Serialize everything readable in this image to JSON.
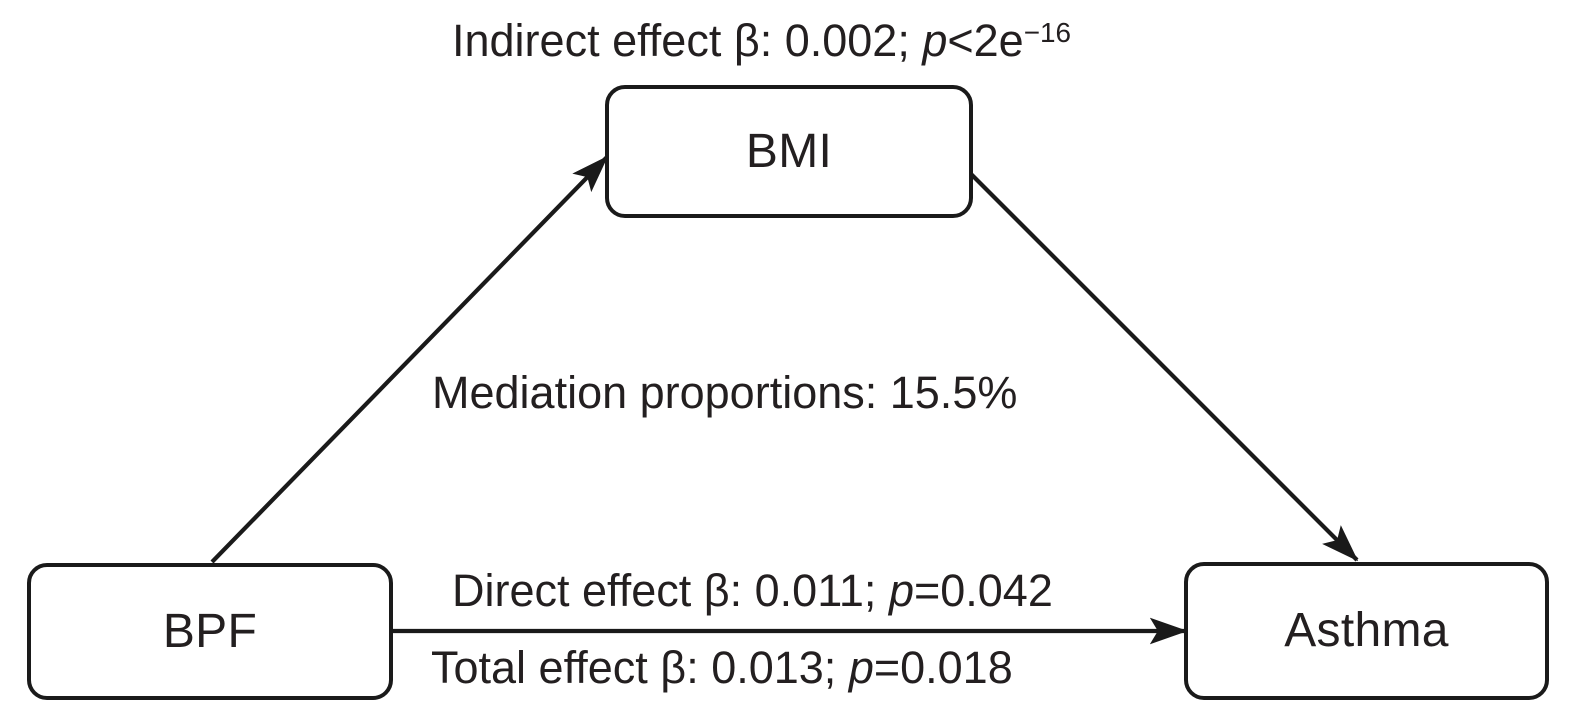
{
  "diagram": {
    "type": "mediation-path-diagram",
    "nodes": [
      {
        "id": "bpf",
        "label": "BPF",
        "role": "exposure"
      },
      {
        "id": "bmi",
        "label": "BMI",
        "role": "mediator"
      },
      {
        "id": "asthma",
        "label": "Asthma",
        "role": "outcome"
      }
    ],
    "edges": [
      {
        "id": "indirect",
        "from": "BPF",
        "to": "BMI",
        "label_prefix": "Indirect effect β: 0.002; ",
        "p_symbol": "p",
        "p_relation": "<",
        "p_mantissa": "2e",
        "p_exponent": "−16",
        "label_full": "Indirect effect β: 0.002; p<2e−16",
        "beta": 0.002
      },
      {
        "id": "mediation",
        "label_full": "Mediation proportions: 15.5%",
        "proportion_percent": 15.5
      },
      {
        "id": "direct",
        "from": "BPF",
        "to": "Asthma",
        "label_prefix": "Direct effect β: 0.011; ",
        "p_symbol": "p",
        "p_relation": "=0.042",
        "label_full": "Direct effect β: 0.011; p=0.042",
        "beta": 0.011,
        "p_value": 0.042
      },
      {
        "id": "total",
        "from": "BPF",
        "to": "Asthma",
        "label_prefix": "Total effect β: 0.013; ",
        "p_symbol": "p",
        "p_relation": "=0.018",
        "label_full": "Total effect β: 0.013; p=0.018",
        "beta": 0.013,
        "p_value": 0.018
      }
    ],
    "colors": {
      "stroke": "#1a1a1a",
      "text": "#231f20",
      "background": "#ffffff"
    }
  }
}
